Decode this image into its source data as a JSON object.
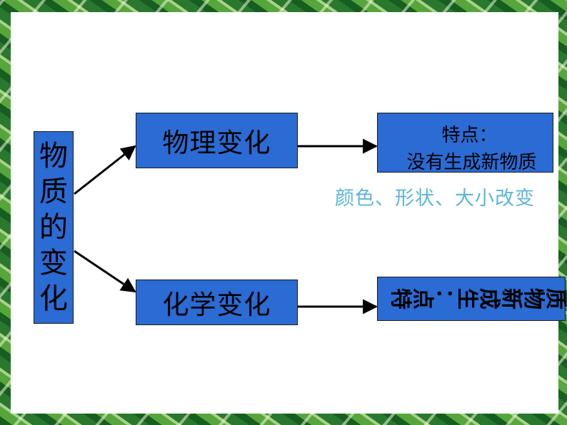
{
  "diagram": {
    "root": [
      "物",
      "质",
      "的",
      "变",
      "化"
    ],
    "physical_change": "物理变化",
    "chemical_change": "化学变化",
    "physical_feature": {
      "title": "特点：",
      "text": "没有生成新物质"
    },
    "physical_note": "颜色、形状、大小改变",
    "chemical_feature": [
      "特",
      "点",
      "：",
      "生",
      "成",
      "新",
      "物",
      "质"
    ]
  },
  "colors": {
    "box_fill": "#2a6bd4",
    "note_text": "#5bb6d6",
    "border_leaves": "#2f7d32"
  }
}
